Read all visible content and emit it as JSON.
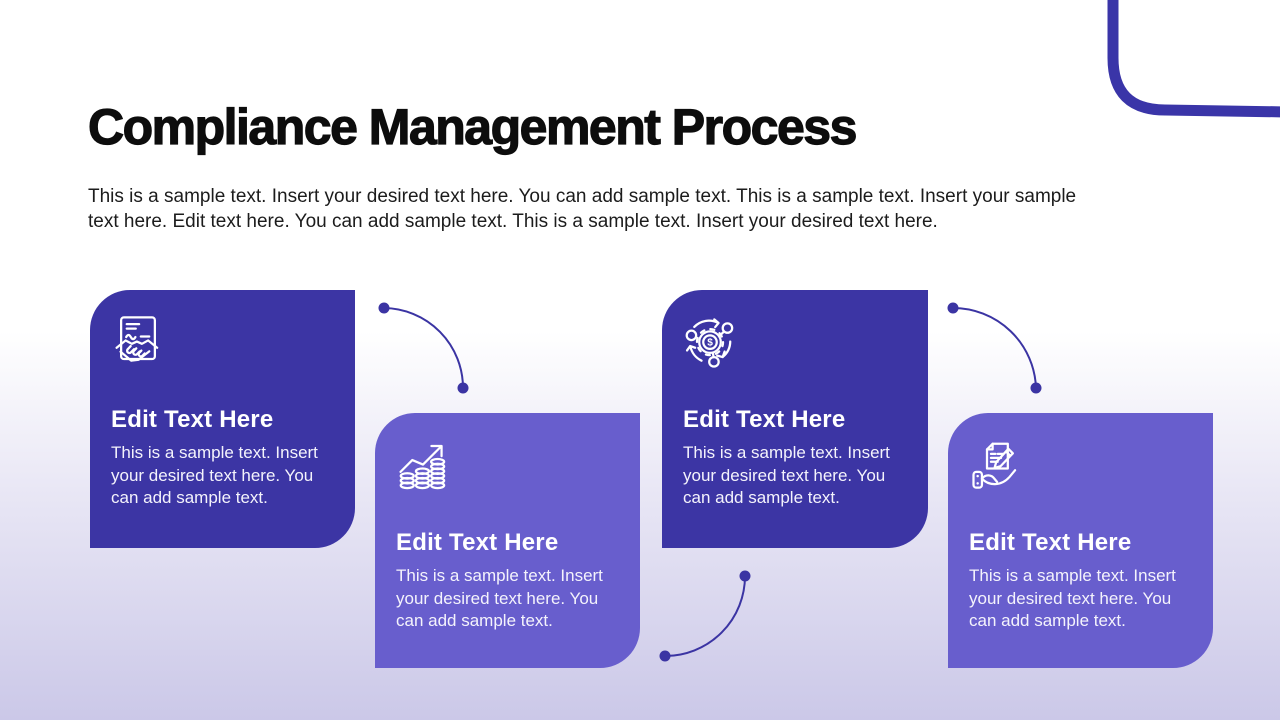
{
  "slide": {
    "title": "Compliance Management Process",
    "description": "This is a sample text. Insert your desired text here. You can add sample text. This is a sample text. Insert your sample text here. Edit text here. You can add sample text. This is a sample text. Insert your desired text here."
  },
  "cards": [
    {
      "heading": "Edit Text Here",
      "body": "This is a sample text. Insert your desired text here. You can add sample text.",
      "icon": "contract-handshake-icon",
      "variant": "dark"
    },
    {
      "heading": "Edit Text Here",
      "body": "This is a sample text. Insert your desired text here. You can add sample text.",
      "icon": "coins-growth-icon",
      "variant": "light"
    },
    {
      "heading": "Edit Text Here",
      "body": "This is a sample text. Insert your desired text here. You can add sample text.",
      "icon": "money-gear-icon",
      "variant": "dark"
    },
    {
      "heading": "Edit Text Here",
      "body": "This is a sample text. Insert your desired text here. You can add sample text.",
      "icon": "hand-document-icon",
      "variant": "light"
    }
  ],
  "colors": {
    "card_dark": "#3c35a4",
    "card_light": "#685ecd",
    "connector": "#3b34a3",
    "corner_frame": "#3a35a8",
    "background_top": "#ffffff",
    "background_bottom": "#cbc8e8",
    "title_text": "#0d0d0d",
    "card_text": "#ffffff"
  }
}
